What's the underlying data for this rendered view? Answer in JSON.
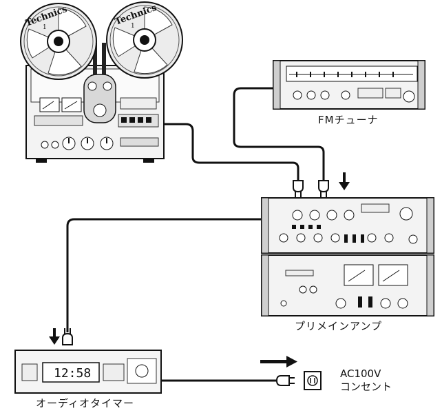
{
  "devices": {
    "tape_deck": {
      "brand_left": "Technics",
      "brand_right": "Technics",
      "reel_num": "1"
    },
    "fm_tuner": {
      "label": "FMチューナ"
    },
    "preamp": {
      "label": "プリメインアンプ"
    },
    "audio_timer": {
      "label": "オーディオタイマー",
      "display_time": "12:58"
    }
  },
  "outlet": {
    "line1": "AC100V",
    "line2": "コンセント"
  },
  "colors": {
    "ink": "#111111",
    "panel": "#f2f2f2",
    "paper": "#ffffff"
  }
}
